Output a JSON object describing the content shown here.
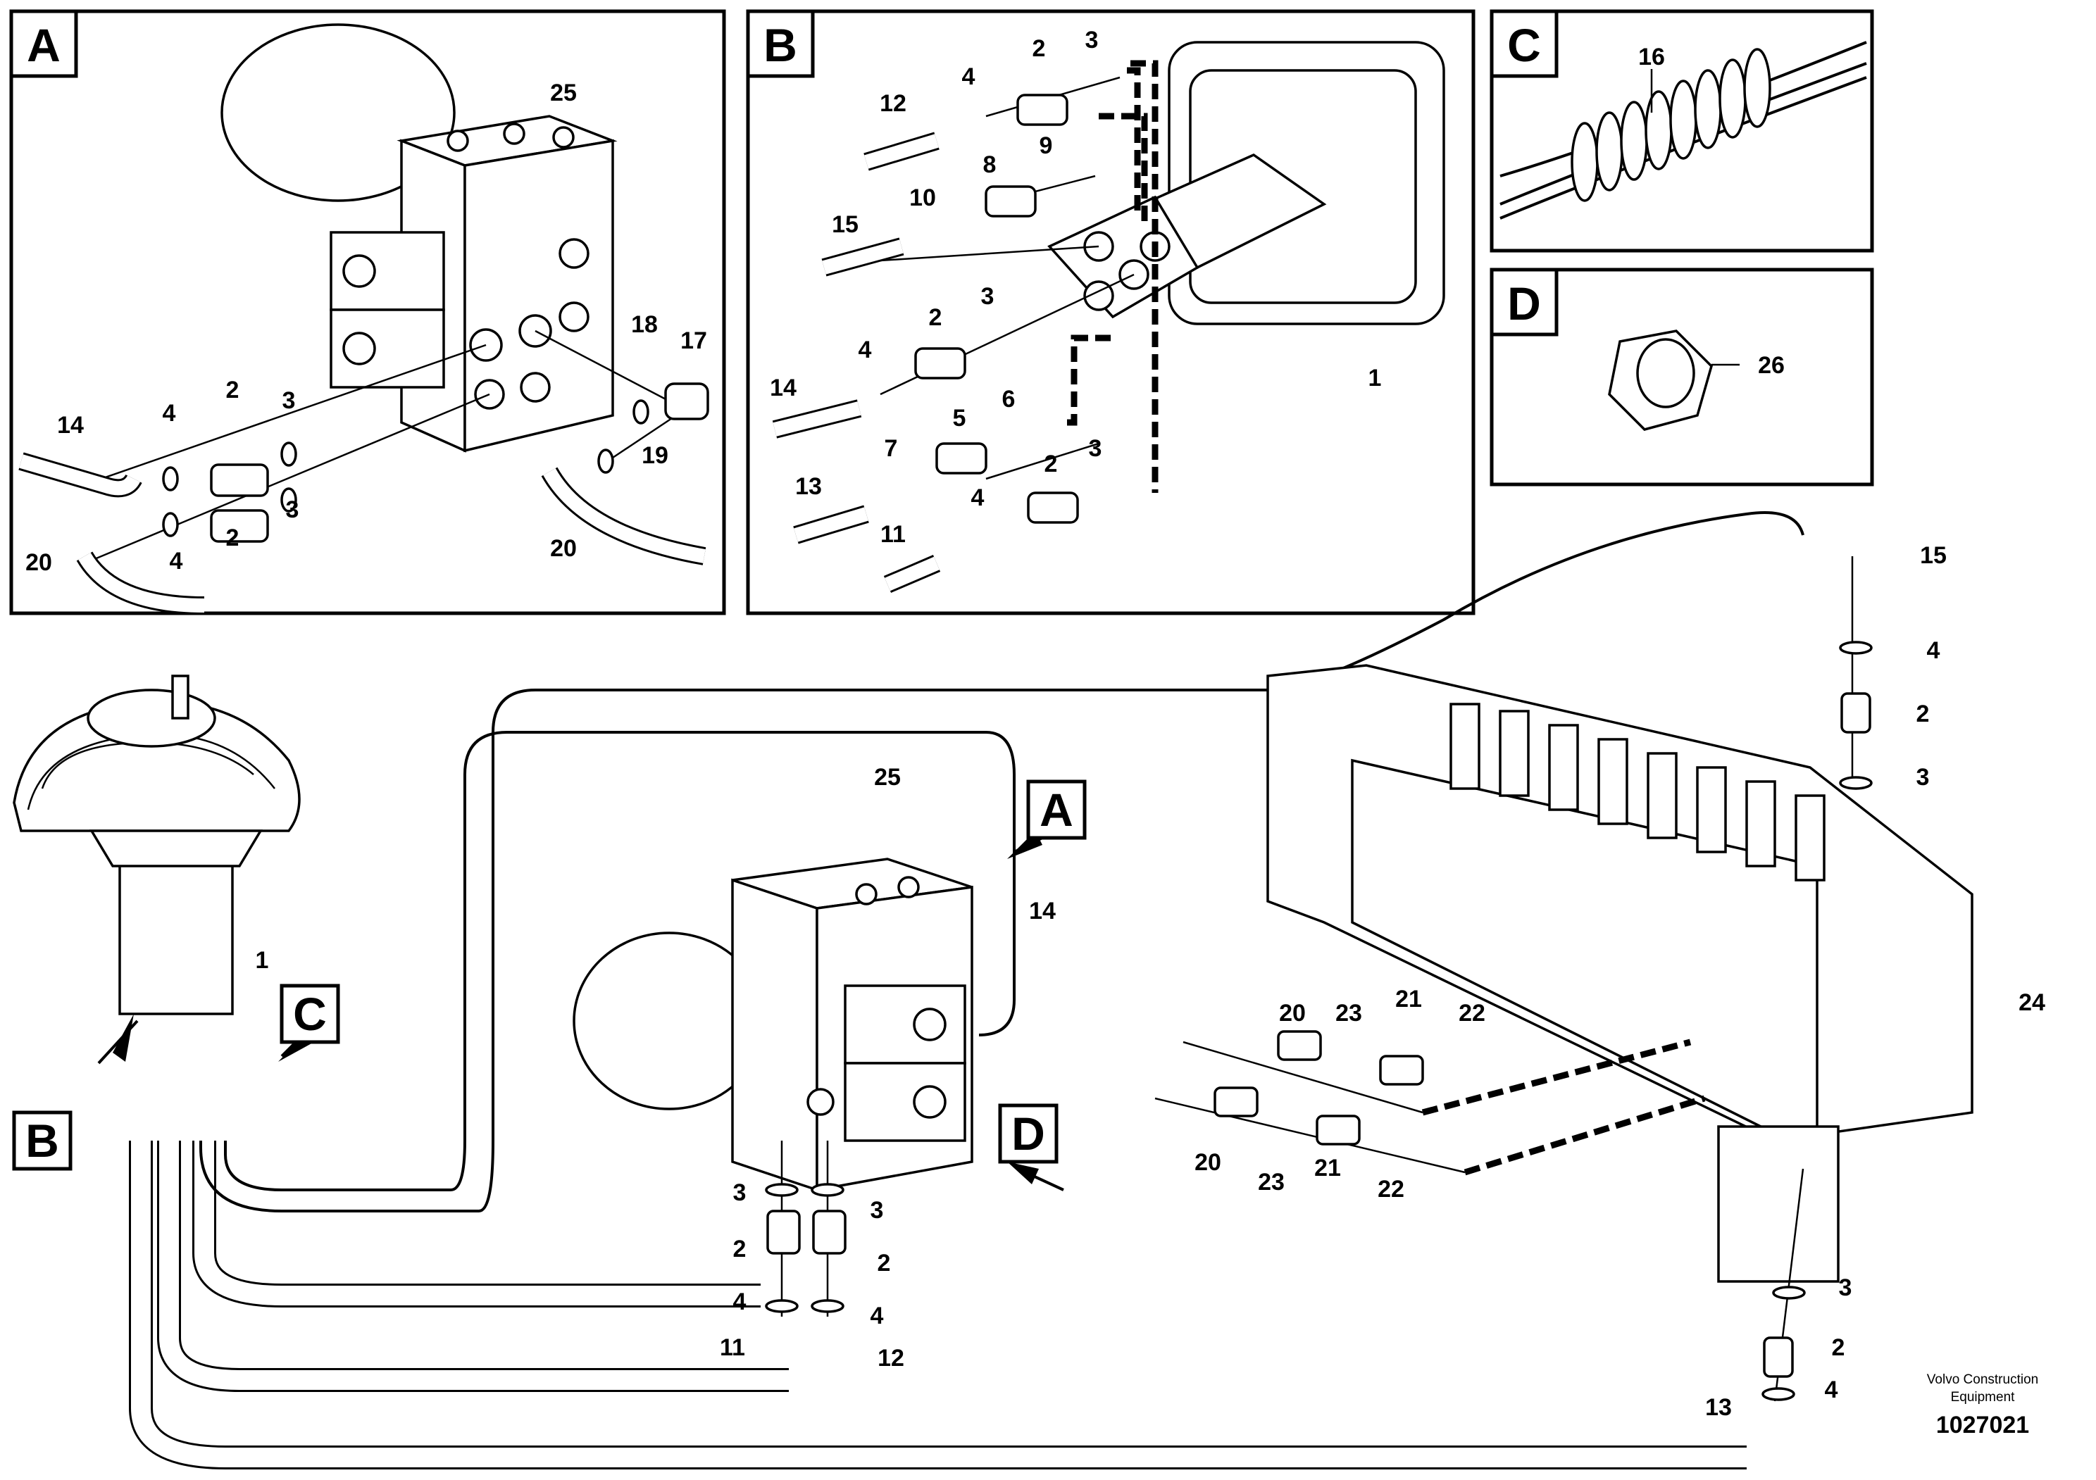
{
  "panels": {
    "A": "A",
    "B": "B",
    "C": "C",
    "D": "D"
  },
  "callouts": {
    "A": "A",
    "B": "B",
    "C": "C",
    "D": "D"
  },
  "labels": {
    "a25": "25",
    "a14": "14",
    "a4a": "4",
    "a2a": "2",
    "a3a": "3",
    "a18": "18",
    "a17": "17",
    "a19": "19",
    "a20a": "20",
    "a4b": "4",
    "a2b": "2",
    "a3b": "3",
    "a20b": "20",
    "b2a": "2",
    "b3a": "3",
    "b4a": "4",
    "b12": "12",
    "b9": "9",
    "b8": "8",
    "b10": "10",
    "b15": "15",
    "b3b": "3",
    "b2b": "2",
    "b4b": "4",
    "b14": "14",
    "b1": "1",
    "b7": "7",
    "b5": "5",
    "b6": "6",
    "b13": "13",
    "b2c": "2",
    "b4c": "4",
    "b3c": "3",
    "b11": "11",
    "c16": "16",
    "d26": "26",
    "m1": "1",
    "m25": "25",
    "m14": "14",
    "m15": "15",
    "m4a": "4",
    "m2a": "2",
    "m3a": "3",
    "m20a": "20",
    "m23a": "23",
    "m21a": "21",
    "m22a": "22",
    "m24": "24",
    "m20b": "20",
    "m23b": "23",
    "m21b": "21",
    "m22b": "22",
    "m3b": "3",
    "m3c": "3",
    "m2b": "2",
    "m2c": "2",
    "m4b": "4",
    "m4c": "4",
    "m11": "11",
    "m12": "12",
    "m3d": "3",
    "m2d": "2",
    "m4d": "4",
    "m13": "13"
  },
  "credit": {
    "line1": "Volvo Construction",
    "line2": "Equipment",
    "part_number": "1027021"
  }
}
